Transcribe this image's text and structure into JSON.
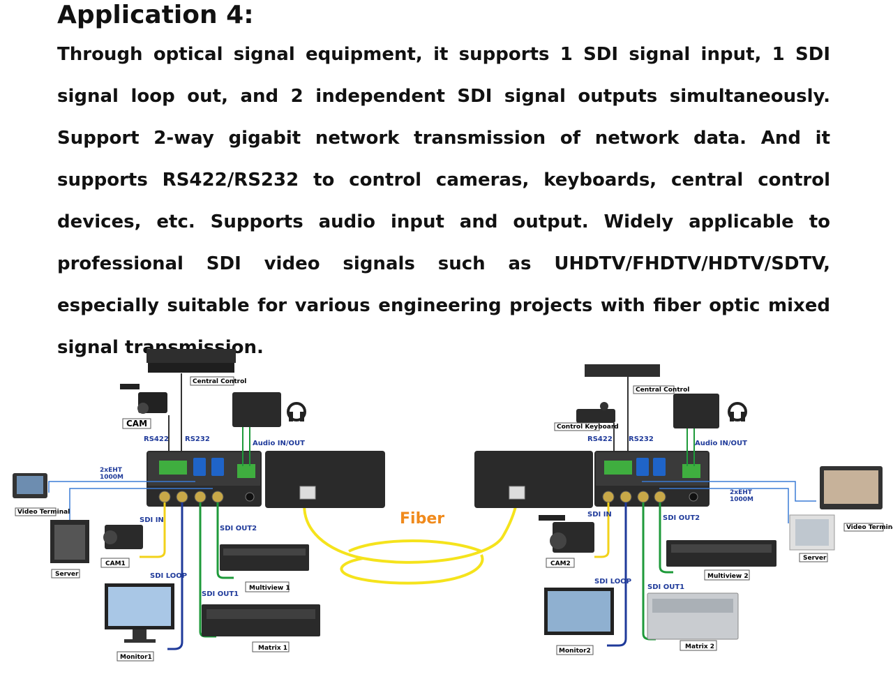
{
  "heading": "Application 4:",
  "description": "Through optical signal equipment, it supports 1 SDI signal input, 1 SDI signal loop out, and 2 independent SDI signal outputs simultaneously. Support 2-way gigabit network transmission of network data. And it supports RS422/RS232 to control cameras, keyboards, central control devices, etc. Supports audio input and output. Widely applicable to professional SDI video signals such as UHDTV/FHDTV/HDTV/SDTV, especially suitable for various engineering projects with fiber optic mixed signal transmission.",
  "diagram": {
    "fiber_label": "Fiber",
    "left": {
      "central_control": "Central Control",
      "cam": "CAM",
      "rs422": "RS422",
      "rs232": "RS232",
      "audio": "Audio IN/OUT",
      "eth": "2xEHT",
      "eth_speed": "1000M",
      "video_terminal": "Video Terminal",
      "server": "Server",
      "sdi_in": "SDI IN",
      "cam1": "CAM1",
      "sdi_loop": "SDI LOOP",
      "sdi_out2": "SDI OUT2",
      "sdi_out1": "SDI OUT1",
      "multiview": "Multiview 1",
      "matrix": "Matrix 1",
      "monitor": "Monitor1"
    },
    "right": {
      "central_control": "Central Control",
      "control_keyboard": "Control Keyboard",
      "rs422": "RS422",
      "rs232": "RS232",
      "audio": "Audio IN/OUT",
      "eth": "2xEHT",
      "eth_speed": "1000M",
      "video_terminal": "Video Terminal",
      "server": "Server",
      "sdi_in": "SDI IN",
      "cam2": "CAM2",
      "sdi_loop": "SDI LOOP",
      "sdi_out2": "SDI OUT2",
      "sdi_out1": "SDI OUT1",
      "multiview": "Multiview 2",
      "matrix": "Matrix 2",
      "monitor": "Monitor2"
    },
    "colors": {
      "sdi_in": "#f2d21a",
      "sdi_loop": "#1f3a9a",
      "sdi_out": "#1e9a3a",
      "network": "#3a7bd5",
      "fiber": "#f5e31c",
      "fiber_text": "#f08a1c",
      "rs_line": "#333333"
    }
  }
}
